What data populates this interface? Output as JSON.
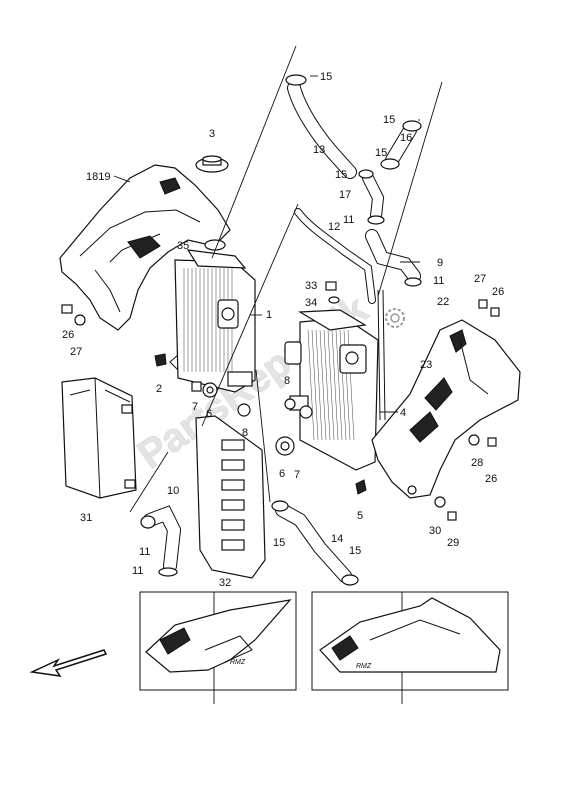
{
  "diagram": {
    "labels": {
      "l1": "1",
      "l2": "2",
      "l3": "3",
      "l4": "4",
      "l5": "5",
      "l6a": "6",
      "l6b": "6",
      "l7a": "7",
      "l7b": "7",
      "l8a": "8",
      "l8b": "8",
      "l9": "9",
      "l10": "10",
      "l11a": "11",
      "l11b": "11",
      "l11c": "11",
      "l11d": "11",
      "l12": "12",
      "l13": "13",
      "l14": "14",
      "l15a": "15",
      "l15b": "15",
      "l15c": "15",
      "l15d": "15",
      "l15e": "15",
      "l16": "16",
      "l17": "17",
      "l1819": "1819",
      "l22": "22",
      "l23": "23",
      "l26a": "26",
      "l26b": "26",
      "l26c": "26",
      "l27a": "27",
      "l27b": "27",
      "l28": "28",
      "l29": "29",
      "l30": "30",
      "l31": "31",
      "l32": "32",
      "l33": "33",
      "l34": "34",
      "l35": "35"
    },
    "watermark": "PartsRepublik",
    "icons": [
      "gear-icon",
      "direction-arrow-icon"
    ]
  }
}
